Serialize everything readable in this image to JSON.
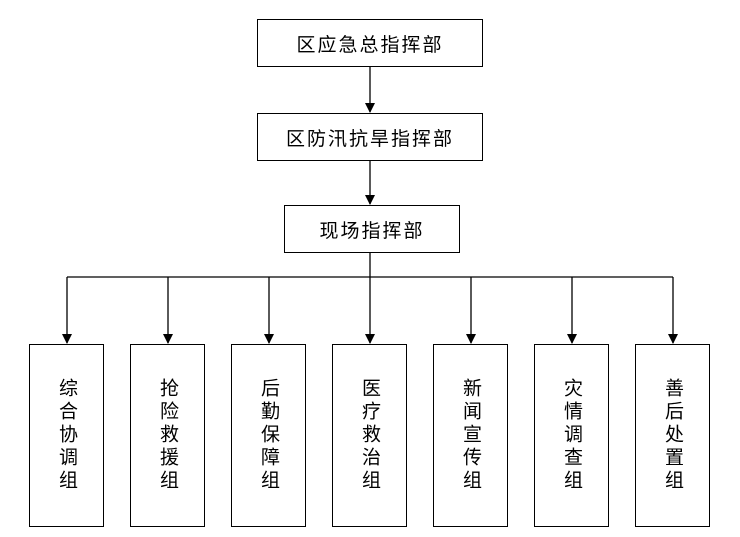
{
  "chart_data": {
    "type": "org-chart",
    "nodes": [
      {
        "id": "n1",
        "label": "区应急总指挥部"
      },
      {
        "id": "n2",
        "label": "区防汛抗旱指挥部"
      },
      {
        "id": "n3",
        "label": "现场指挥部"
      },
      {
        "id": "g1",
        "label": "综合协调组"
      },
      {
        "id": "g2",
        "label": "抢险救援组"
      },
      {
        "id": "g3",
        "label": "后勤保障组"
      },
      {
        "id": "g4",
        "label": "医疗救治组"
      },
      {
        "id": "g5",
        "label": "新闻宣传组"
      },
      {
        "id": "g6",
        "label": "灾情调查组"
      },
      {
        "id": "g7",
        "label": "善后处置组"
      }
    ],
    "edges": [
      [
        "n1",
        "n2"
      ],
      [
        "n2",
        "n3"
      ],
      [
        "n3",
        "g1"
      ],
      [
        "n3",
        "g2"
      ],
      [
        "n3",
        "g3"
      ],
      [
        "n3",
        "g4"
      ],
      [
        "n3",
        "g5"
      ],
      [
        "n3",
        "g6"
      ],
      [
        "n3",
        "g7"
      ]
    ]
  },
  "diagram": {
    "top_nodes": [
      {
        "label": "区应急总指挥部"
      },
      {
        "label": "区防汛抗旱指挥部"
      },
      {
        "label": "现场指挥部"
      }
    ],
    "groups": [
      {
        "label": "综合协调组"
      },
      {
        "label": "抢险救援组"
      },
      {
        "label": "后勤保障组"
      },
      {
        "label": "医疗救治组"
      },
      {
        "label": "新闻宣传组"
      },
      {
        "label": "灾情调查组"
      },
      {
        "label": "善后处置组"
      }
    ]
  }
}
